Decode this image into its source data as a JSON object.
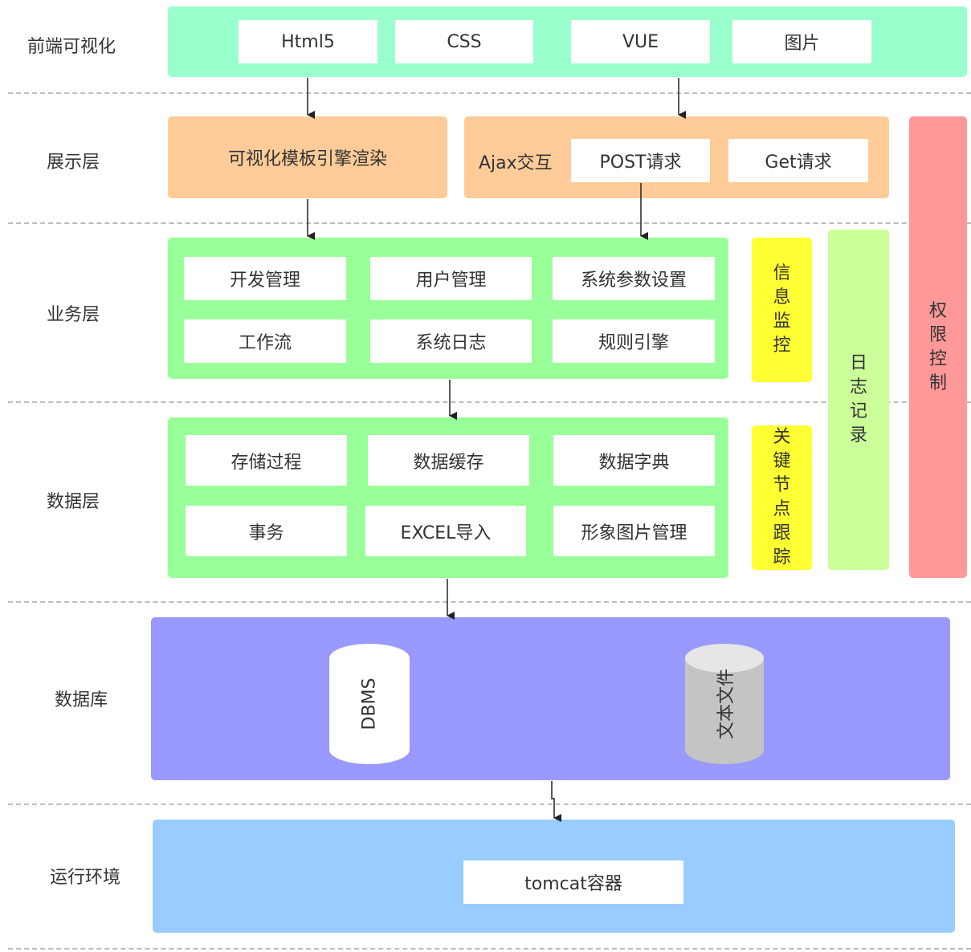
{
  "lanes": {
    "frontend": "前端可视化",
    "display": "展示层",
    "business": "业务层",
    "data": "数据层",
    "database": "数据库",
    "runtime": "运行环境"
  },
  "frontend": {
    "items": [
      "Html5",
      "CSS",
      "VUE",
      "图片"
    ],
    "color": "#99ffcc"
  },
  "display": {
    "render": "可视化模板引擎渲染",
    "ajax": "Ajax交互",
    "post": "POST请求",
    "get": "Get请求",
    "color": "#ffcc99"
  },
  "business": {
    "items": [
      "开发管理",
      "用户管理",
      "系统参数设置",
      "工作流",
      "系统日志",
      "规则引擎"
    ],
    "color": "#99ff99"
  },
  "data_layer": {
    "items": [
      "存储过程",
      "数据缓存",
      "数据字典",
      "事务",
      "EXCEL导入",
      "形象图片管理"
    ],
    "color": "#99ff99"
  },
  "side": {
    "monitor": [
      "信",
      "息",
      "监",
      "控"
    ],
    "tracking": [
      "关",
      "键",
      "节",
      "点",
      "跟",
      "踪"
    ],
    "log": [
      "日",
      "志",
      "记",
      "录"
    ],
    "permission": [
      "权",
      "限",
      "控",
      "制"
    ],
    "yellow": "#ffff33",
    "log_color": "#ccff99",
    "permission_color": "#ff9999"
  },
  "database": {
    "dbms": "DBMS",
    "files": "文本文件",
    "color": "#9999ff"
  },
  "runtime": {
    "container": "tomcat容器",
    "color": "#99ccff"
  }
}
